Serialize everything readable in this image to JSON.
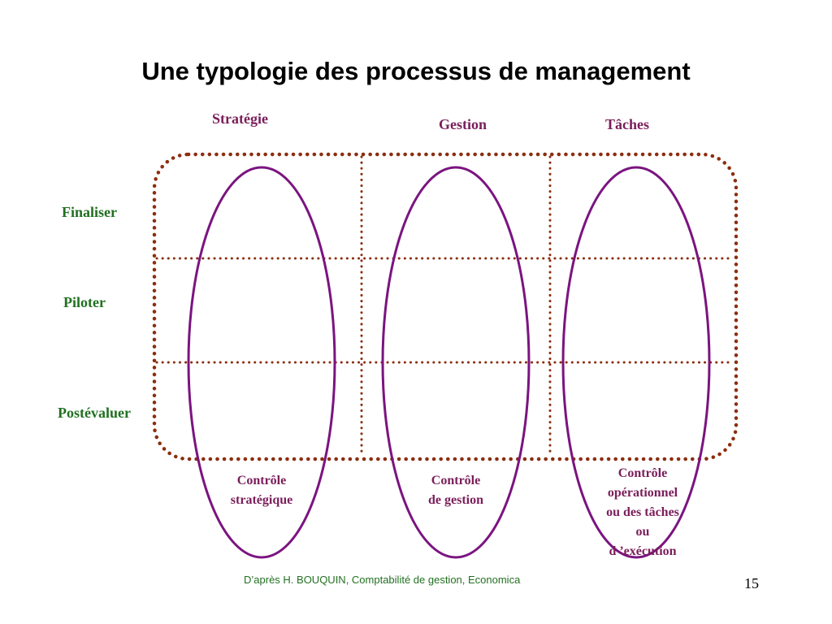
{
  "title": "Une typologie des processus de management",
  "columns": [
    "Stratégie",
    "Gestion",
    "Tâches"
  ],
  "rows": [
    "Finaliser",
    "Piloter",
    "Postévaluer"
  ],
  "captions": {
    "strategic": [
      "Contrôle",
      "stratégique"
    ],
    "management": [
      "Contrôle",
      "de gestion"
    ],
    "operational": [
      "Contrôle",
      "opérationnel",
      "ou des tâches",
      "ou",
      "d ’exécution"
    ]
  },
  "footer": "D’après H. BOUQUIN, Comptabilité de gestion, Economica",
  "page_number": "15",
  "colors": {
    "grid_dots": "#8b2e0f",
    "ellipses": "#7b1480",
    "column_headers": "#7a1e5a",
    "row_labels": "#217021",
    "captions": "#7a1e5a",
    "footer": "#217021"
  }
}
